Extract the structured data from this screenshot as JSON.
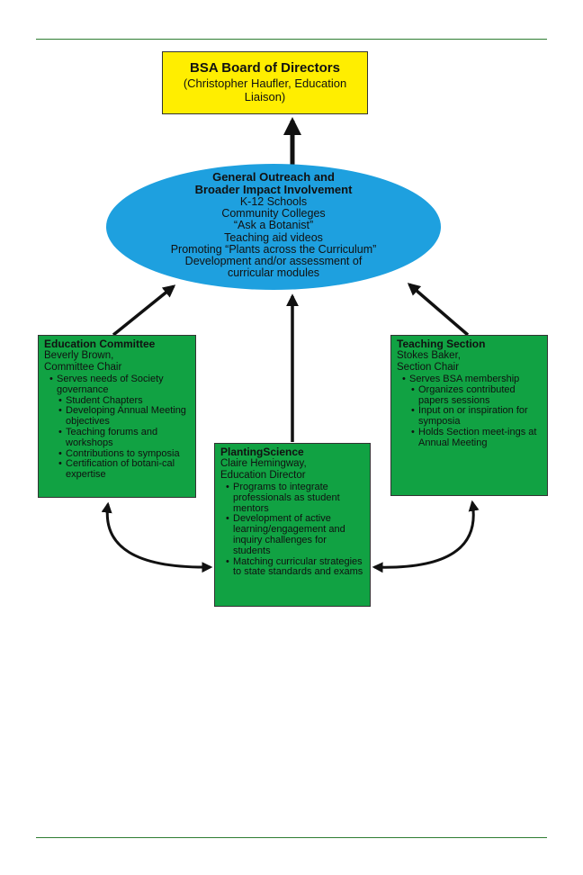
{
  "board": {
    "title": "BSA Board of Directors",
    "subtitle": "(Christopher Haufler, Education Liaison)"
  },
  "outreach": {
    "title_line1": "General Outreach and",
    "title_line2": "Broader Impact Involvement",
    "items": [
      "K-12 Schools",
      "Community Colleges",
      "“Ask a Botanist”",
      "Teaching aid videos",
      "Promoting “Plants across the Curriculum”",
      "Development and/or assessment of",
      "curricular modules"
    ]
  },
  "education_committee": {
    "title": "Education Committee",
    "person": "Beverly Brown,",
    "role": "Committee Chair",
    "bullet": "Serves needs of Society governance",
    "subbullets": [
      "Student Chapters",
      "Developing Annual Meeting objectives",
      "Teaching forums and workshops",
      "Contributions to symposia",
      "Certification of botani-cal expertise"
    ]
  },
  "teaching_section": {
    "title": "Teaching Section",
    "person": "Stokes Baker,",
    "role": "Section Chair",
    "bullet": "Serves BSA membership",
    "subbullets": [
      "Organizes contributed papers sessions",
      "Input on or inspiration for symposia",
      "Holds Section meet-ings at Annual Meeting"
    ]
  },
  "planting_science": {
    "title": "PlantingScience",
    "person": "Claire Hemingway,",
    "role": "Education Director",
    "bullets": [
      "Programs to integrate professionals as student mentors",
      "Development of active learning/engagement and inquiry challenges for students",
      "Matching curricular strategies to state standards and exams"
    ]
  },
  "colors": {
    "board": "#ffee00",
    "outreach": "#1ea0df",
    "boxes": "#11a243",
    "rule": "#2e7d32"
  }
}
